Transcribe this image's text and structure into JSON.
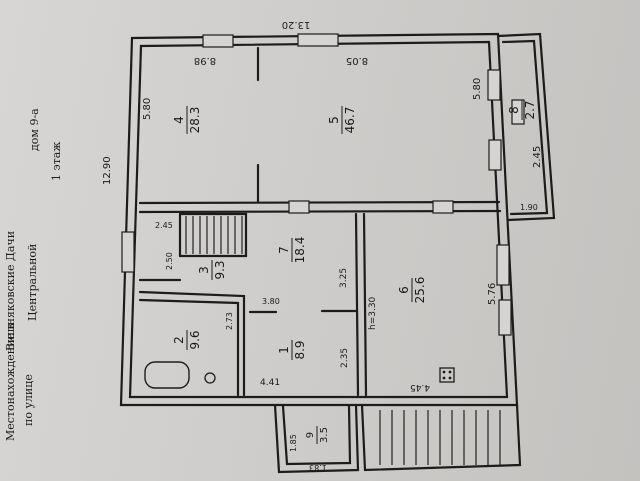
{
  "header": {
    "line1": "Вишняковские Дачи",
    "line2_prefix": "по улице",
    "line2_street": "Центральной",
    "line2_house": "дом 9-а",
    "floor": "1 этаж",
    "fragment_top": "Местонахождение в"
  },
  "dimensions": {
    "total_width": "13.20",
    "total_height": "12.90",
    "d_898": "8.98",
    "d_805": "8.05",
    "d_580_left": "5.80",
    "d_580_right": "5.80",
    "d_245": "2.45",
    "d_190": "1.90",
    "d_245_small": "2.45",
    "d_250": "2.50",
    "d_273": "2.73",
    "d_380": "3.80",
    "d_325": "3.25",
    "d_235": "2.35",
    "d_441": "4.41",
    "d_445": "4.45",
    "d_576": "5.76",
    "d_185": "1.85",
    "d_183": "1.83",
    "height_h": "h=3.30"
  },
  "rooms": [
    {
      "num": "1",
      "area": "8.9"
    },
    {
      "num": "2",
      "area": "9.6"
    },
    {
      "num": "3",
      "area": "9.3"
    },
    {
      "num": "4",
      "area": "28.3"
    },
    {
      "num": "5",
      "area": "46.7"
    },
    {
      "num": "6",
      "area": "25.6"
    },
    {
      "num": "7",
      "area": "18.4"
    },
    {
      "num": "8",
      "area": "2.7"
    },
    {
      "num": "9",
      "area": "3.5"
    }
  ]
}
